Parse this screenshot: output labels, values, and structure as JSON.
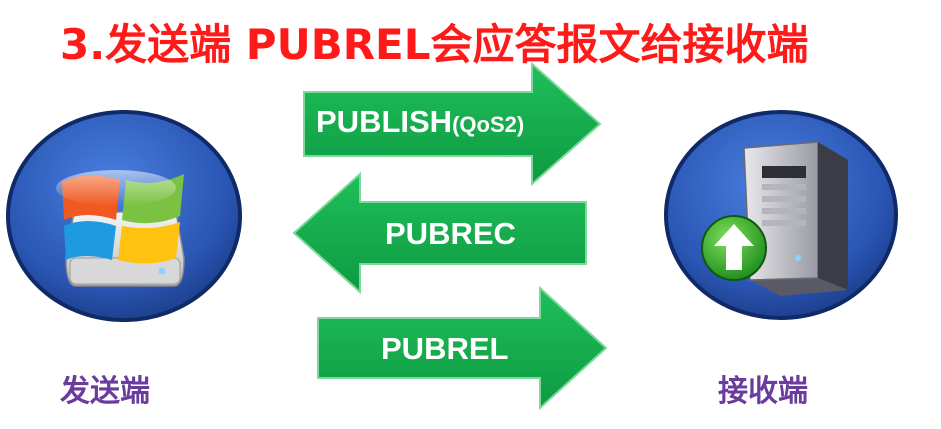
{
  "title": "3.发送端 PUBREL会应答报文给接收端",
  "arrows": {
    "publish_main": "PUBLISH",
    "publish_qos": "(QoS2)",
    "pubrec": "PUBREC",
    "pubrel": "PUBREL"
  },
  "nodes": {
    "sender": "发送端",
    "receiver": "接收端"
  },
  "colors": {
    "title": "#ff1a1a",
    "arrow_fill": "#13a84a",
    "node_label": "#6a3c9e",
    "circle": "#2a56b4"
  },
  "icons": {
    "sender": "windows-drive-icon",
    "receiver": "server-upload-icon"
  }
}
